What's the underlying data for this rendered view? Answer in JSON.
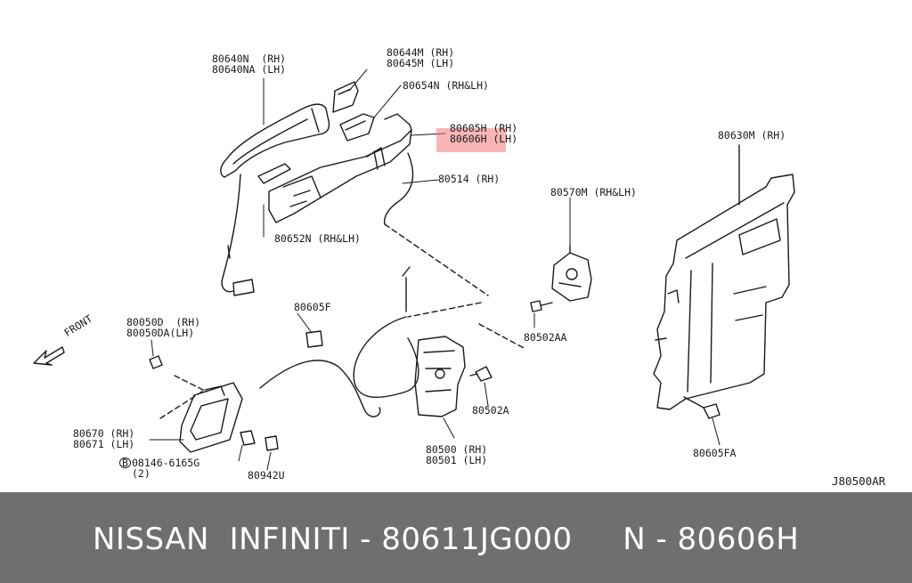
{
  "highlight_color": "#f47878",
  "footer_bg": "#6f6f6f",
  "parts": {
    "p80640n": "80640N  (RH)",
    "p80640na": "80640NA (LH)",
    "p80644m": "80644M (RH)",
    "p80645m": "80645M (LH)",
    "p80654n": "80654N (RH&LH)",
    "p80605h": "80605H (RH)",
    "p80606h": "80606H (LH)",
    "p80514": "80514 (RH)",
    "p80652n": "80652N (RH&LH)",
    "p80570m": "80570M (RH&LH)",
    "p80630m": "80630M (RH)",
    "p80605f": "80605F",
    "p80050d": "80050D  (RH)",
    "p80050da": "80050DA(LH)",
    "front": "FRONT",
    "p80502aa": "80502AA",
    "p80502a": "80502A",
    "p80670": "80670 (RH)",
    "p80671": "80671 (LH)",
    "p08146": "08146-6165G",
    "p08146_qty": "(2)",
    "p08146_prefix": "B",
    "p80942u": "80942U",
    "p80500": "80500 (RH)",
    "p80501": "80501 (LH)",
    "p80605fa": "80605FA",
    "diagram_code": "J80500AR"
  },
  "footer": {
    "text": "NISSAN  INFINITI - 80611JG000     N - 80606H"
  }
}
